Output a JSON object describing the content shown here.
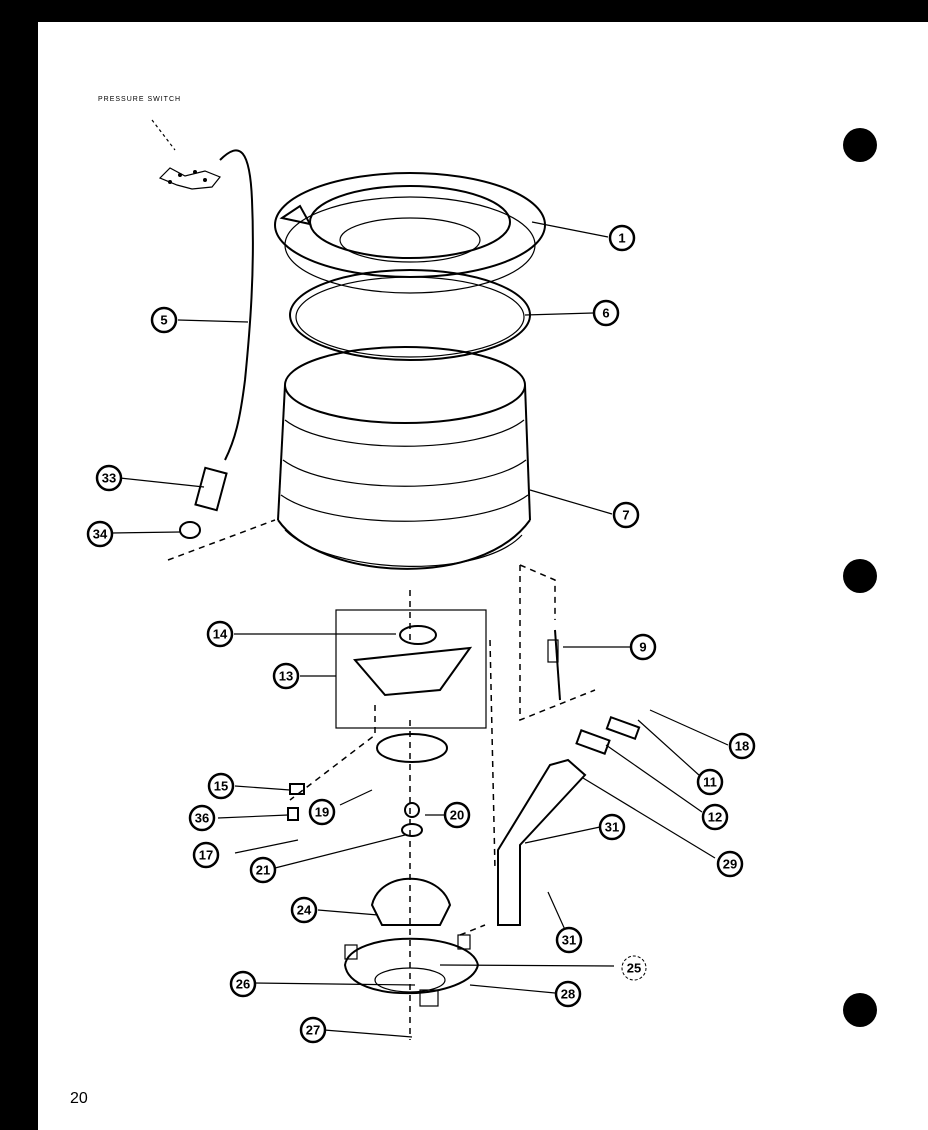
{
  "header": {
    "top_label": "PRESSURE SWITCH"
  },
  "page_number": "20",
  "callouts": [
    {
      "id": "c1",
      "label": "1"
    },
    {
      "id": "c5",
      "label": "5"
    },
    {
      "id": "c6",
      "label": "6"
    },
    {
      "id": "c7",
      "label": "7"
    },
    {
      "id": "c9",
      "label": "9"
    },
    {
      "id": "c11",
      "label": "11"
    },
    {
      "id": "c12",
      "label": "12"
    },
    {
      "id": "c13",
      "label": "13"
    },
    {
      "id": "c14",
      "label": "14"
    },
    {
      "id": "c15",
      "label": "15"
    },
    {
      "id": "c17",
      "label": "17"
    },
    {
      "id": "c18",
      "label": "18"
    },
    {
      "id": "c19",
      "label": "19"
    },
    {
      "id": "c20",
      "label": "20"
    },
    {
      "id": "c21",
      "label": "21"
    },
    {
      "id": "c24",
      "label": "24"
    },
    {
      "id": "c25",
      "label": "25"
    },
    {
      "id": "c26",
      "label": "26"
    },
    {
      "id": "c27",
      "label": "27"
    },
    {
      "id": "c28",
      "label": "28"
    },
    {
      "id": "c29",
      "label": "29"
    },
    {
      "id": "c31a",
      "label": "31"
    },
    {
      "id": "c31b",
      "label": "31"
    },
    {
      "id": "c33",
      "label": "33"
    },
    {
      "id": "c34",
      "label": "34"
    },
    {
      "id": "c36",
      "label": "36"
    }
  ]
}
